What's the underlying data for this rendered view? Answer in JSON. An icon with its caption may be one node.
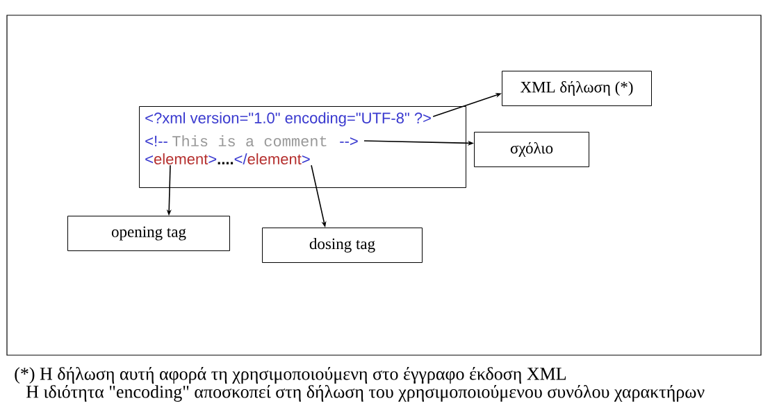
{
  "diagram": {
    "nodes": [
      {
        "text": [],
        "shape": "box"
      },
      {
        "text": [
          "<?xml version=\"1.0\" encoding=\"UTF-8\" ?>"
        ],
        "in": 0
      },
      {
        "text": [
          "<!--",
          "This is a comment",
          "-->"
        ],
        "in": 0
      },
      {
        "text": [
          "<",
          "element",
          ">",
          "....",
          "</",
          "element",
          ">"
        ],
        "in": 0
      },
      {
        "text": [
          "XML δήλωση (*)"
        ]
      },
      {
        "text": [
          "σχόλιο"
        ]
      },
      {
        "text": [
          "opening tag"
        ]
      },
      {
        "text": [
          "dosing tag"
        ]
      }
    ],
    "edges": [
      {
        "from": 1,
        "to": 4,
        "arrow": "to"
      },
      {
        "from": 2,
        "to": 5,
        "arrow": "to"
      },
      {
        "from": 3,
        "to": 6,
        "arrow": "to"
      },
      {
        "from": 3,
        "to": 7,
        "arrow": "to"
      }
    ],
    "labels": [
      "(*) Η δήλωση αυτή αφορά τη χρησιμοποιούμενη στο έγγραφο έκδοση XML",
      "Η ιδιότητα \"encoding\" αποσκοπεί στη δήλωση του χρησιμοποιούμενου συνόλου χαρακτήρων"
    ]
  }
}
